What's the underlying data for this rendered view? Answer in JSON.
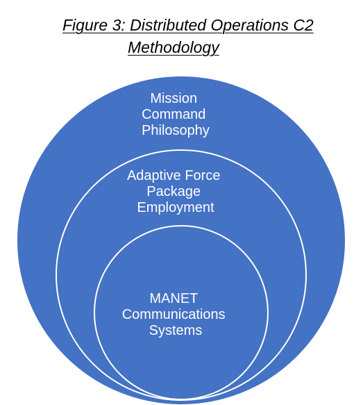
{
  "figure": {
    "title_line1": "Figure 3: Distributed Operations C2",
    "title_line2": "Methodology"
  },
  "diagram": {
    "type": "nested-circles",
    "colors": {
      "fill": "#4472C4",
      "stroke": "#ffffff",
      "text": "#ffffff"
    },
    "rings": [
      {
        "level": "outer",
        "lines": [
          "Mission",
          "Command",
          "Philosophy"
        ]
      },
      {
        "level": "middle",
        "lines": [
          "Adaptive Force",
          "Package",
          "Employment"
        ]
      },
      {
        "level": "inner",
        "lines": [
          "MANET",
          "Communications",
          "Systems"
        ]
      }
    ]
  }
}
